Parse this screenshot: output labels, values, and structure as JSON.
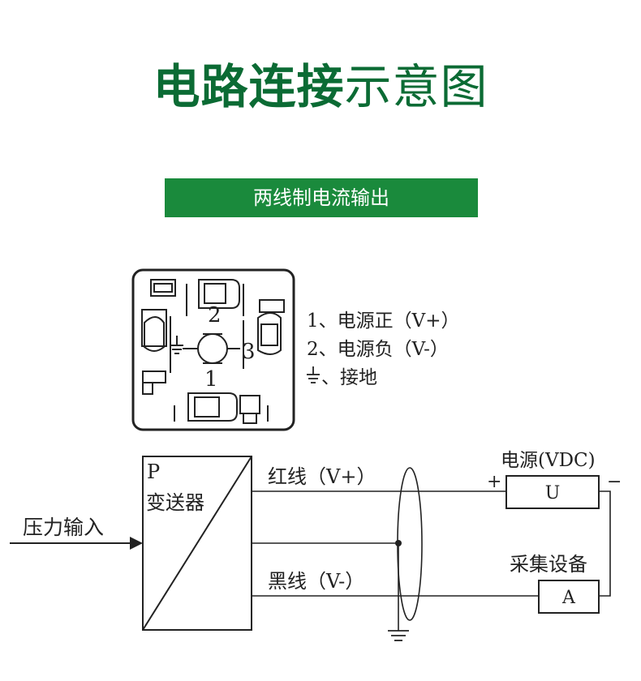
{
  "title": {
    "bold": "电路连接",
    "light": "示意图"
  },
  "banner": "两线制电流输出",
  "legend": {
    "item1": "1、电源正（V+）",
    "item2": "2、电源负（V-）",
    "item3": "、接地"
  },
  "terminal_numbers": {
    "t1": "1",
    "t2": "2",
    "t3": "3"
  },
  "schematic": {
    "input_label": "压力输入",
    "transmitter_p": "P",
    "transmitter_name": "变送器",
    "red_wire": "红线（V+）",
    "black_wire": "黑线（V-）",
    "power_label": "电源(VDC)",
    "power_symbol": "U",
    "plus": "+",
    "minus": "−",
    "acq_label": "采集设备",
    "acq_symbol": "A"
  },
  "colors": {
    "title_green": "#0b6b34",
    "banner_green": "#1a8a3c"
  }
}
